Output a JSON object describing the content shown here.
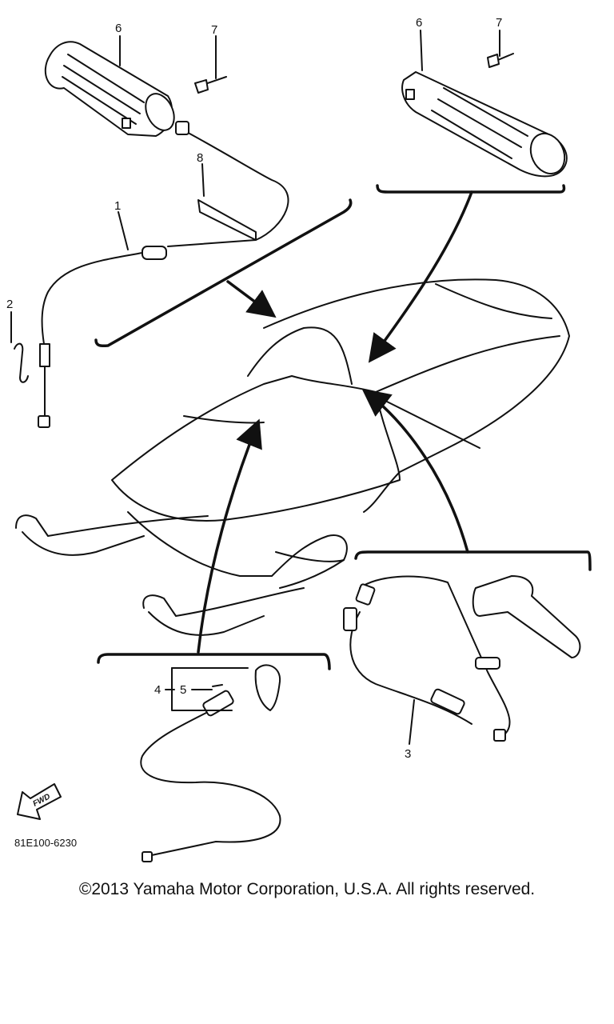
{
  "callouts": {
    "c1": "1",
    "c2": "2",
    "c3": "3",
    "c4": "4",
    "c5": "5",
    "c6_left": "6",
    "c7_left": "7",
    "c6_right": "6",
    "c7_right": "7",
    "c8": "8"
  },
  "fwd_label": "FWD",
  "diagram_code": "81E100-6230",
  "copyright": "©2013 Yamaha Motor Corporation, U.S.A. All rights reserved."
}
